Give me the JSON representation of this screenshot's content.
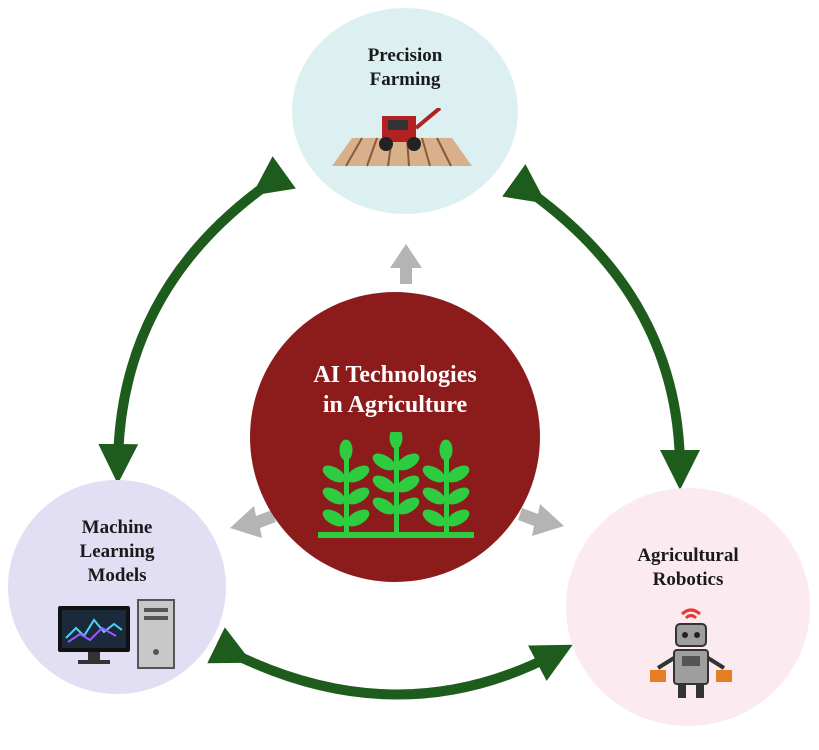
{
  "diagram": {
    "center": {
      "title_line1": "AI Technologies",
      "title_line2": "in Agriculture",
      "icon": "plants-icon",
      "fill": "#8c1c1c",
      "icon_color": "#2ecc40"
    },
    "nodes": [
      {
        "id": "precision-farming",
        "line1": "Precision",
        "line2": "Farming",
        "icon": "tractor-field-icon",
        "fill": "#dcf0f2"
      },
      {
        "id": "machine-learning",
        "line1": "Machine",
        "line2": "Learning",
        "line3": "Models",
        "icon": "computer-icon",
        "fill": "#e2def4"
      },
      {
        "id": "agricultural-robotics",
        "line1": "Agricultural",
        "line2": "Robotics",
        "icon": "robot-icon",
        "fill": "#fbeaf0"
      }
    ],
    "colors": {
      "cycle_arrow": "#1e5c1e",
      "inner_arrow": "#b4b4b4"
    }
  }
}
